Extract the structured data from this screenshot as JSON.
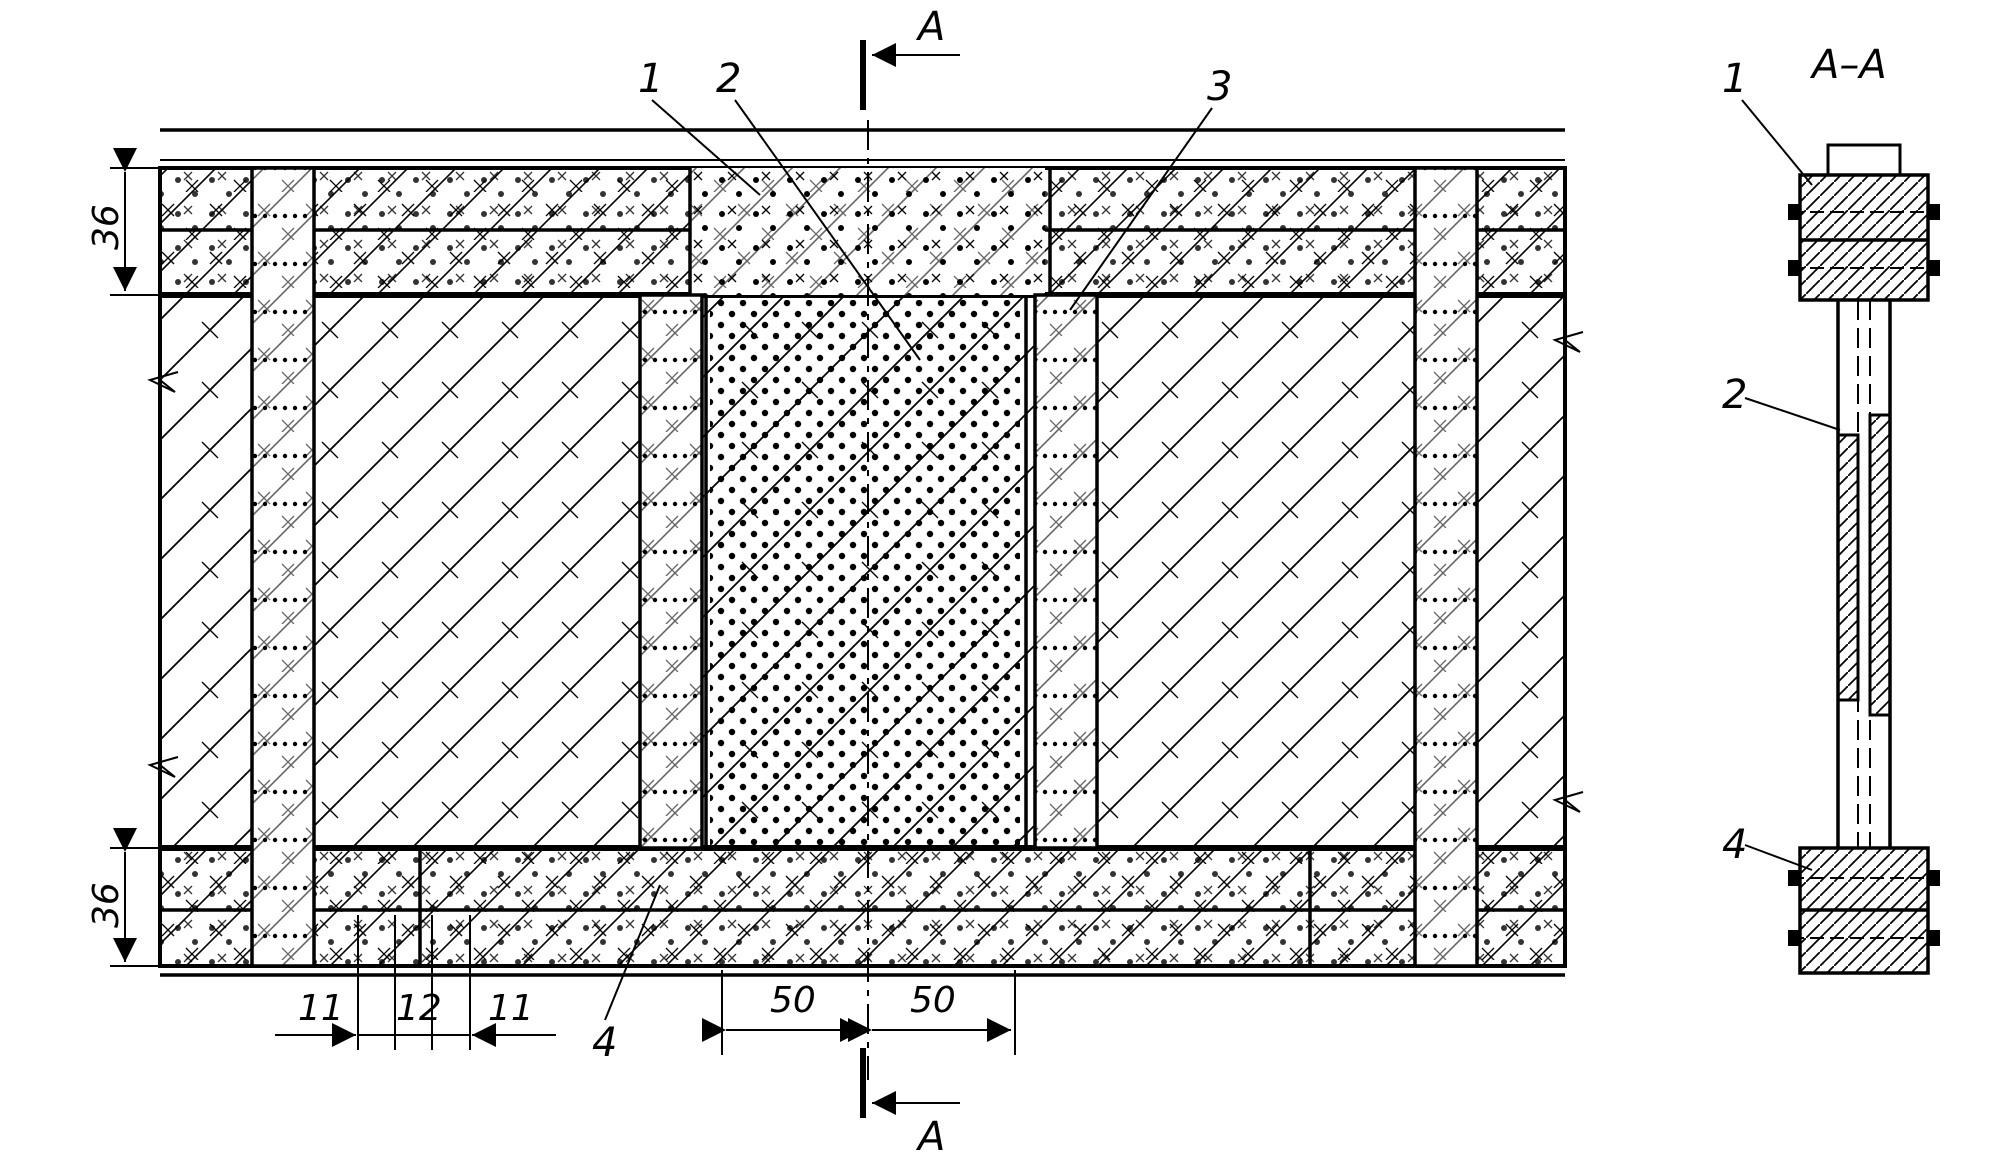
{
  "section_marks": {
    "top": "A",
    "bottom": "A",
    "section_title": "A–A"
  },
  "callouts": {
    "plan": [
      "1",
      "2",
      "3",
      "4"
    ],
    "section": [
      "1",
      "2",
      "4"
    ]
  },
  "dimensions": {
    "top_height": "36",
    "bottom_height": "36",
    "bottom_left": [
      "11",
      "12",
      "11"
    ],
    "bottom_center": [
      "50",
      "50"
    ]
  }
}
